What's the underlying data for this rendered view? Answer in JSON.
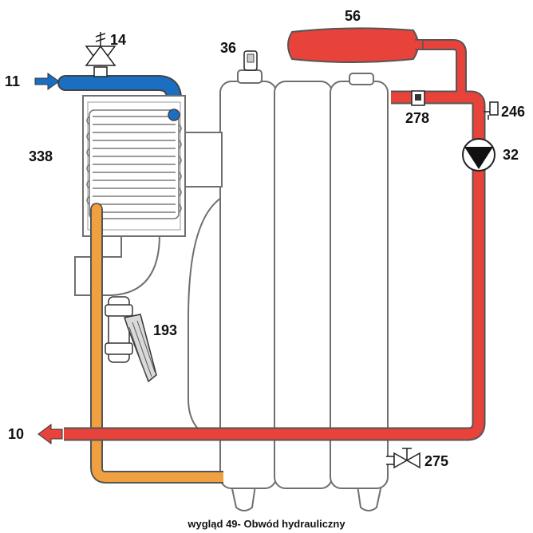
{
  "labels": {
    "inlet": "11",
    "safety_valve": "14",
    "vent_valve": "36",
    "expansion_vessel": "56",
    "air_vent": "246",
    "sensor": "278",
    "pump": "32",
    "heat_exchanger": "338",
    "filter": "193",
    "outlet": "10",
    "drain_valve": "275"
  },
  "caption": "wygląd 49- Obwód hydrauliczny",
  "colors": {
    "cold_pipe": "#1a6fc2",
    "hot_pipe": "#e8433a",
    "return_pipe": "#f0a040",
    "outline": "#6f6f6f"
  }
}
